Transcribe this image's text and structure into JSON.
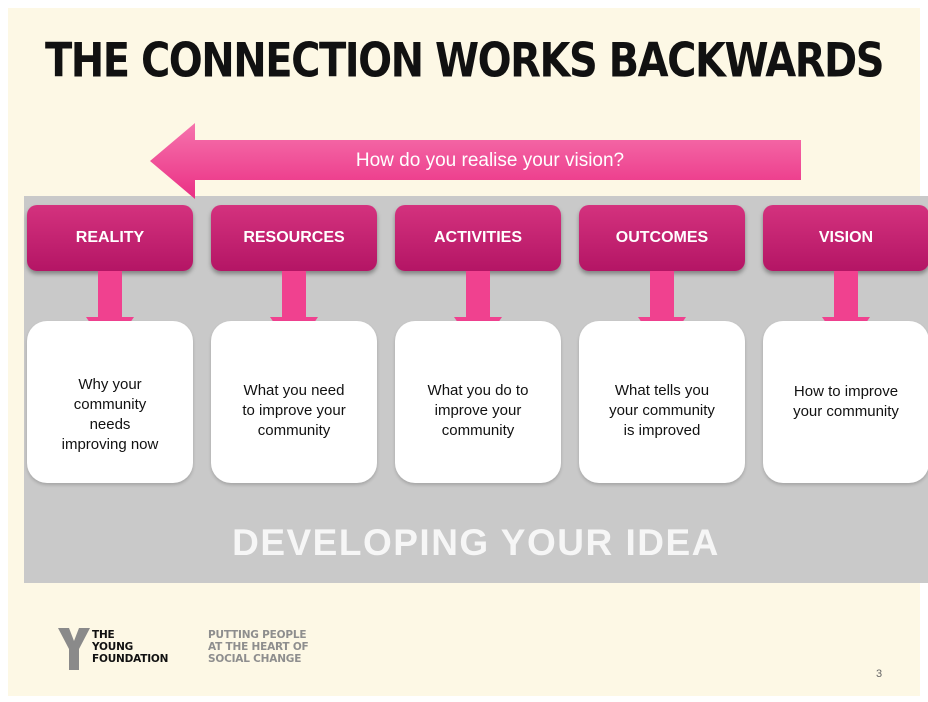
{
  "slide": {
    "title": "THE CONNECTION WORKS BACKWARDS",
    "arrow_question": "How do you realise your vision?",
    "stages": [
      {
        "label": "REALITY",
        "lines": [
          "Why your",
          "community",
          "needs",
          "improving now"
        ]
      },
      {
        "label": "RESOURCES",
        "lines": [
          "What you need",
          "to improve your",
          "community"
        ]
      },
      {
        "label": "ACTIVITIES",
        "lines": [
          "What you do to",
          "improve your",
          "community"
        ]
      },
      {
        "label": "OUTCOMES",
        "lines": [
          "What tells you",
          "your community",
          "is improved"
        ]
      },
      {
        "label": "VISION",
        "lines": [
          "How to improve",
          "your community"
        ]
      }
    ],
    "section_label": "DEVELOPING YOUR IDEA",
    "page_number": "3"
  },
  "footer": {
    "logo_lines": [
      "THE",
      "YOUNG",
      "FOUNDATION"
    ],
    "tagline_lines": [
      "PUTTING PEOPLE",
      "AT THE HEART OF",
      "SOCIAL CHANGE"
    ]
  },
  "colors": {
    "accent_magenta": "#c01a6e",
    "arrow_pink": "#f0418f",
    "band_gray": "#c9c9c9",
    "slide_background": "#fdf8e5"
  }
}
